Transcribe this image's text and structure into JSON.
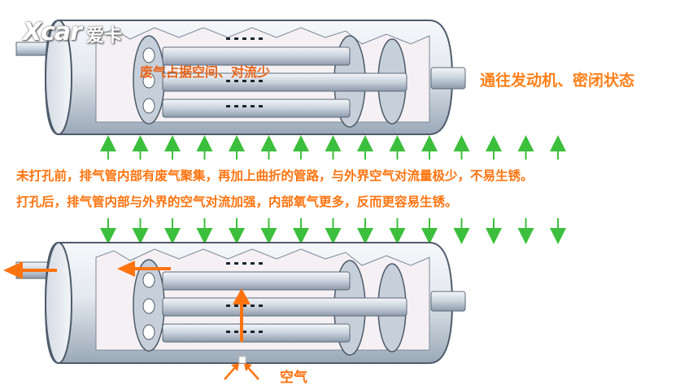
{
  "logo": {
    "brand": "Xcar",
    "sub": "爱卡"
  },
  "labels": {
    "exhaust_occupies": "废气占据空间、对流少",
    "to_engine": "通往发动机、密闭状态",
    "before_drilling": "未打孔前，排气管内部有废气聚集，再加上曲折的管路，与外界空气对流量极少，不易生锈。",
    "after_drilling": "打孔后，排气管内部与外界的空气对流加强，内部氧气更多，反而更容易生锈。",
    "air": "空气"
  },
  "colors": {
    "arrow_green": "#3cbf3c",
    "accent_orange": "#ff7410",
    "pipe_light": "#e6ecf2",
    "pipe_shade": "#a9b6c4",
    "inner_wall": "#f2eef2"
  },
  "green_arrows": {
    "count": 15,
    "direction_top_row": "up",
    "direction_bottom_row": "down"
  }
}
